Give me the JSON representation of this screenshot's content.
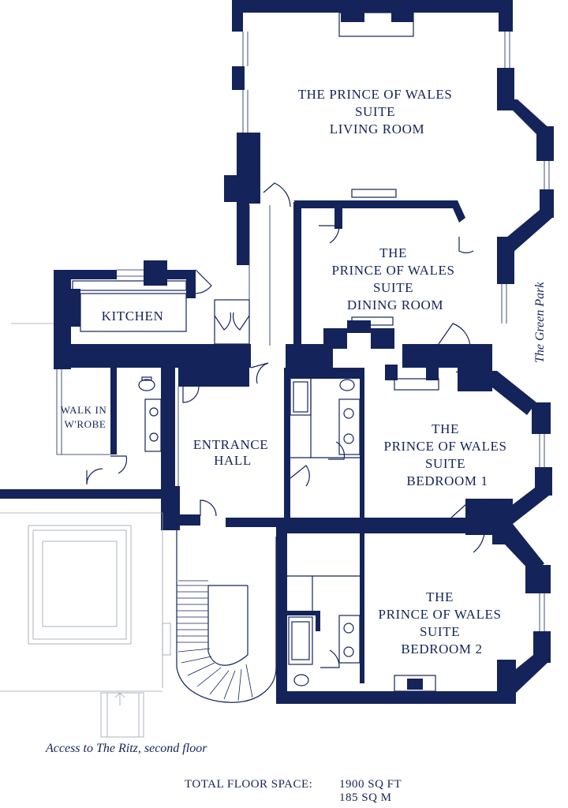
{
  "rooms": {
    "living_room": [
      "THE PRINCE OF WALES",
      "SUITE",
      "LIVING ROOM"
    ],
    "dining_room": [
      "THE",
      "PRINCE OF WALES",
      "SUITE",
      "DINING ROOM"
    ],
    "bedroom_1": [
      "THE",
      "PRINCE OF WALES",
      "SUITE",
      "BEDROOM 1"
    ],
    "bedroom_2": [
      "THE",
      "PRINCE OF WALES",
      "SUITE",
      "BEDROOM 2"
    ],
    "kitchen": "KITCHEN",
    "walk_in": [
      "WALK IN",
      "W'ROBE"
    ],
    "entrance_hall": [
      "ENTRANCE",
      "HALL"
    ]
  },
  "annotations": {
    "access": "Access to The Ritz, second floor",
    "park": "The Green Park"
  },
  "floor_space": {
    "label": "TOTAL FLOOR SPACE:",
    "sq_ft": "1900 SQ FT",
    "sq_m": "185 SQ M"
  },
  "colors": {
    "wall": "#14245a"
  }
}
